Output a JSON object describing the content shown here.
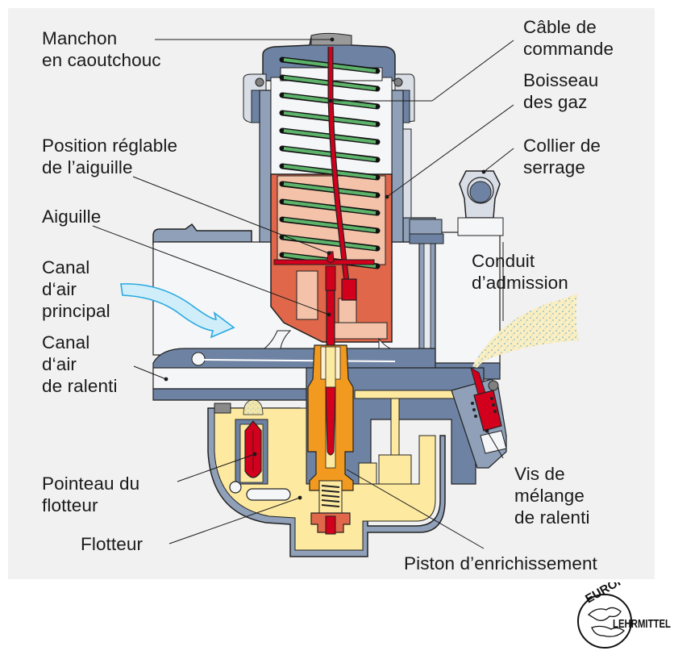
{
  "figure": {
    "subject": "Carburateur à boisseau (coupe)",
    "colors": {
      "background": "#f1f1f1",
      "body": "#8fa0b8",
      "body_dark": "#6e83a3",
      "needle": "#d2001c",
      "spring": "#5db36a",
      "slide": "#e0674a",
      "slide_light": "#f3c2a8",
      "fuel": "#fde9a0",
      "jet": "#f29a1f",
      "air_arrow": "#cfeefa"
    }
  },
  "labels": {
    "manchon": {
      "line1": "Manchon",
      "line2": "en caoutchouc"
    },
    "position": {
      "line1": "Position réglable",
      "line2": "de l’aiguille"
    },
    "aiguille": {
      "line1": "Aiguille"
    },
    "canal_principal": {
      "line1": "Canal",
      "line2": "d‘air",
      "line3": "principal"
    },
    "canal_ralenti": {
      "line1": "Canal",
      "line2": "d‘air",
      "line3": "de ralenti"
    },
    "pointeau": {
      "line1": "Pointeau du",
      "line2": "flotteur"
    },
    "flotteur": {
      "line1": "Flotteur"
    },
    "cable": {
      "line1": "Câble de",
      "line2": "commande"
    },
    "boisseau": {
      "line1": "Boisseau",
      "line2": "des gaz"
    },
    "collier": {
      "line1": "Collier de",
      "line2": "serrage"
    },
    "conduit": {
      "line1": "Conduit",
      "line2": "d’admission"
    },
    "vis": {
      "line1": "Vis de",
      "line2": "mélange",
      "line3": "de ralenti"
    },
    "piston": {
      "line1": "Piston d’enrichissement"
    }
  },
  "logo": {
    "top_text": "EUROPA",
    "right_text": "LEHRMITTEL"
  }
}
